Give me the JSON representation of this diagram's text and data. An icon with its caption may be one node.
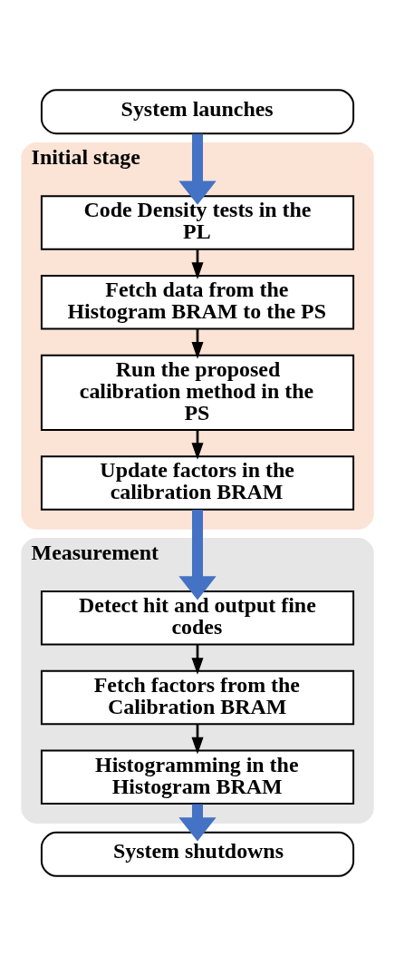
{
  "diagram": {
    "nodes": [
      {
        "text": [
          "System launches"
        ]
      },
      {
        "text": [
          "Initial stage"
        ]
      },
      {
        "text": [
          "Code Density tests in the PL"
        ],
        "in": 1
      },
      {
        "text": [
          "Fetch data from the Histogram BRAM to the PS"
        ],
        "in": 1
      },
      {
        "text": [
          "Run the proposed calibration method in the PS"
        ],
        "in": 1
      },
      {
        "text": [
          "Update factors in the calibration BRAM"
        ],
        "in": 1
      },
      {
        "text": [
          "Measurement"
        ]
      },
      {
        "text": [
          "Detect hit and output fine codes"
        ],
        "in": 6
      },
      {
        "text": [
          "Fetch factors from the Calibration BRAM"
        ],
        "in": 6
      },
      {
        "text": [
          "Histogramming in the Histogram BRAM"
        ],
        "in": 6
      },
      {
        "text": [
          "System shutdowns"
        ]
      }
    ],
    "edges": [
      {
        "from": 0,
        "to": 2,
        "arrow": "to",
        "style": "thick",
        "color": "#4472c4"
      },
      {
        "from": 2,
        "to": 3,
        "arrow": "to"
      },
      {
        "from": 3,
        "to": 4,
        "arrow": "to"
      },
      {
        "from": 4,
        "to": 5,
        "arrow": "to"
      },
      {
        "from": 5,
        "to": 7,
        "arrow": "to",
        "style": "thick",
        "color": "#4472c4"
      },
      {
        "from": 7,
        "to": 8,
        "arrow": "to"
      },
      {
        "from": 8,
        "to": 9,
        "arrow": "to"
      },
      {
        "from": 9,
        "to": 10,
        "arrow": "to",
        "style": "thick",
        "color": "#4472c4"
      }
    ]
  }
}
